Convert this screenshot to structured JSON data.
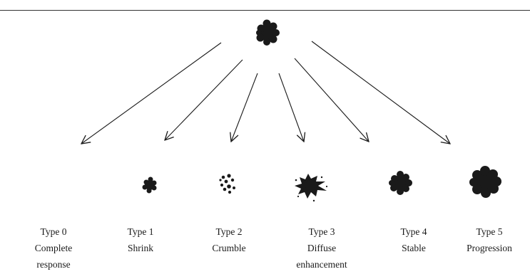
{
  "diagram": {
    "icons": {
      "source": "tumor-blob-icon",
      "type_0": "empty",
      "type_1": "small-blob-icon",
      "type_2": "crumbled-dots-icon",
      "type_3": "starburst-blob-icon",
      "type_4": "blob-icon",
      "type_5": "large-blob-icon"
    },
    "colors": {
      "ink": "#1a1a1a",
      "rule": "#333333"
    },
    "types": [
      {
        "type": "Type 0",
        "desc": [
          "Complete",
          "response"
        ]
      },
      {
        "type": "Type 1",
        "desc": [
          "Shrink"
        ]
      },
      {
        "type": "Type 2",
        "desc": [
          "Crumble"
        ]
      },
      {
        "type": "Type 3",
        "desc": [
          "Diffuse",
          "enhancement"
        ]
      },
      {
        "type": "Type 4",
        "desc": [
          "Stable"
        ]
      },
      {
        "type": "Type 5",
        "desc": [
          "Progression"
        ]
      }
    ]
  }
}
